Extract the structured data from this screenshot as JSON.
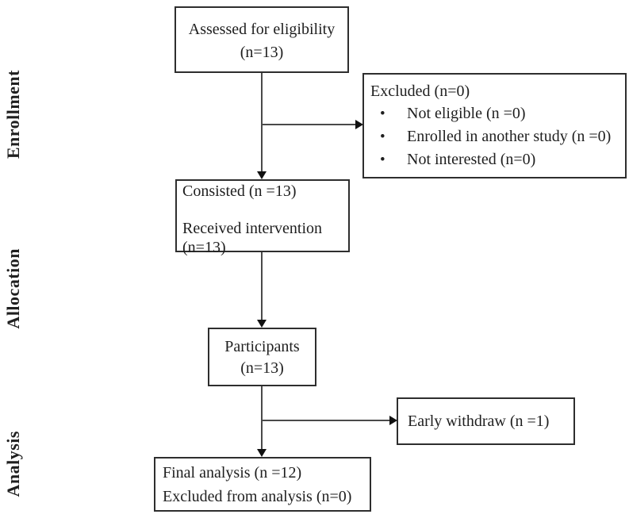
{
  "stages": {
    "enrollment": "Enrollment",
    "allocation": "Allocation",
    "analysis": "Analysis"
  },
  "boxes": {
    "assessed": {
      "line1": "Assessed for eligibility",
      "line2": "(n=13)"
    },
    "excluded": {
      "title": "Excluded (n=0)",
      "items": [
        "Not eligible (n =0)",
        "Enrolled in another study (n =0)",
        "Not interested (n=0)"
      ]
    },
    "consisted": {
      "line1": "Consisted (n =13)",
      "line2": "Received intervention (n=13)"
    },
    "participants": {
      "line1": "Participants",
      "line2": "(n=13)"
    },
    "early_withdraw": {
      "label": "Early withdraw (n =1)"
    },
    "final": {
      "line1": "Final analysis (n =12)",
      "line2": "Excluded from analysis (n=0)"
    }
  },
  "colors": {
    "background": "#ffffff",
    "text": "#1f1f1f",
    "border": "#2e2e2e",
    "connector": "#4a4a4a",
    "arrow": "#111111"
  }
}
